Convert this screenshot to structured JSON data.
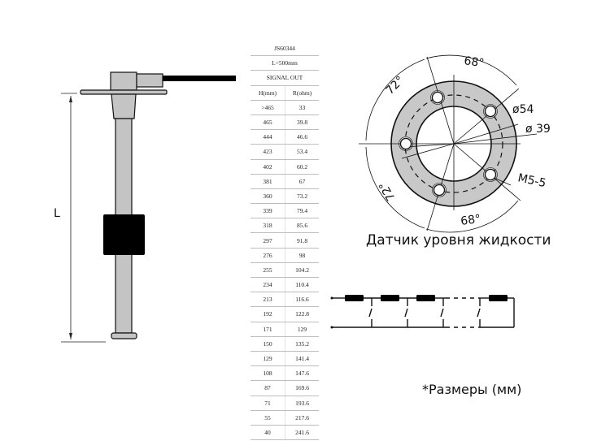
{
  "sensor_drawing": {
    "length_label": "L"
  },
  "spec_table": {
    "model": "JS60344",
    "length": "L=500mm",
    "signal_label": "SIGNAL OUT",
    "columns": [
      "H(mm)",
      "R(ohm)"
    ],
    "rows": [
      [
        ">465",
        "33"
      ],
      [
        "465",
        "39.8"
      ],
      [
        "444",
        "46.6"
      ],
      [
        "423",
        "53.4"
      ],
      [
        "402",
        "60.2"
      ],
      [
        "381",
        "67"
      ],
      [
        "360",
        "73.2"
      ],
      [
        "339",
        "79.4"
      ],
      [
        "318",
        "85.6"
      ],
      [
        "297",
        "91.8"
      ],
      [
        "276",
        "98"
      ],
      [
        "255",
        "104.2"
      ],
      [
        "234",
        "110.4"
      ],
      [
        "213",
        "116.6"
      ],
      [
        "192",
        "122.8"
      ],
      [
        "171",
        "129"
      ],
      [
        "150",
        "135.2"
      ],
      [
        "129",
        "141.4"
      ],
      [
        "108",
        "147.6"
      ],
      [
        "87",
        "169.6"
      ],
      [
        "71",
        "193.6"
      ],
      [
        "55",
        "217.6"
      ],
      [
        "40",
        "241.6"
      ]
    ]
  },
  "flange_drawing": {
    "angle_top": "68°",
    "angle_upper_left": "72°",
    "angle_lower_left": "72°",
    "angle_bottom": "68°",
    "diameter_outer": "ø54",
    "diameter_inner": "ø 39",
    "thread": "M5-5",
    "fill_color": "#c8c8c8"
  },
  "title": "Датчик уровня жидкости",
  "units_note": "*Размеры (мм)",
  "circuit_diagram": {
    "resistor_count": 4,
    "switch_count": 4
  }
}
